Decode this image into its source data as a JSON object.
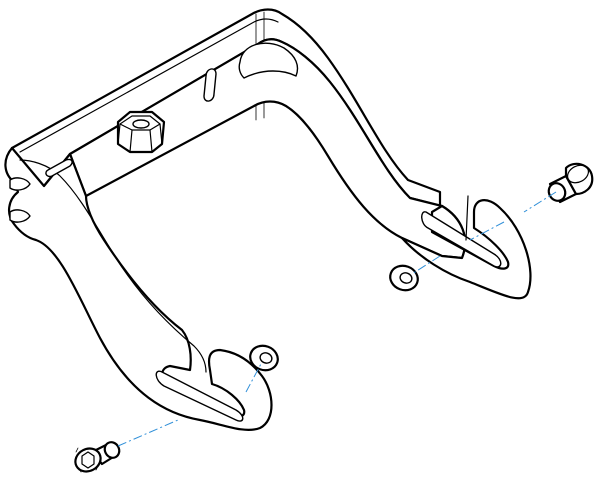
{
  "diagram": {
    "type": "exploded-assembly-line-art",
    "parts": [
      {
        "name": "u-bracket",
        "count": 1
      },
      {
        "name": "hex-nut",
        "count": 1
      },
      {
        "name": "flat-washer",
        "count": 2
      },
      {
        "name": "socket-head-screw",
        "count": 2
      }
    ],
    "assembly_lines": 2,
    "colors": {
      "line_art": "#000000",
      "assembly_axis": "#2f8fd8",
      "background": "#ffffff"
    }
  }
}
